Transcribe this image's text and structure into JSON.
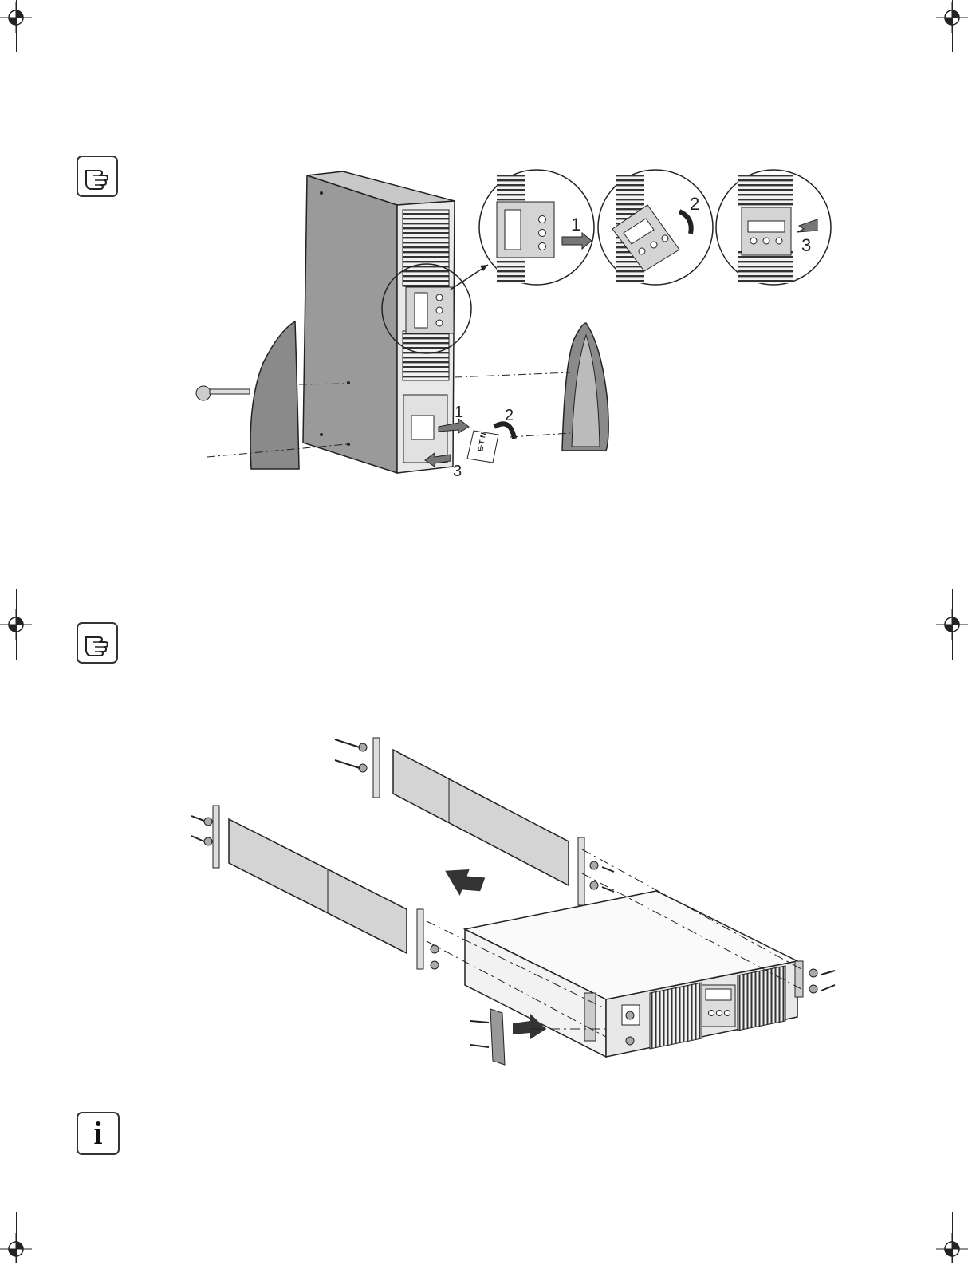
{
  "figure1": {
    "steps": [
      "1",
      "2",
      "3"
    ],
    "detail_steps": [
      "1",
      "2",
      "3"
    ],
    "logo_text": "E·T·N"
  },
  "colors": {
    "ink": "#222222",
    "panel_gray": "#9a9a9a",
    "dark_gray": "#777777",
    "light_gray": "#d4d4d4"
  },
  "icons": {
    "note_icon_1": "pointing-hand-icon",
    "note_icon_2": "pointing-hand-icon",
    "info_icon": "info-icon",
    "info_glyph": "i"
  }
}
